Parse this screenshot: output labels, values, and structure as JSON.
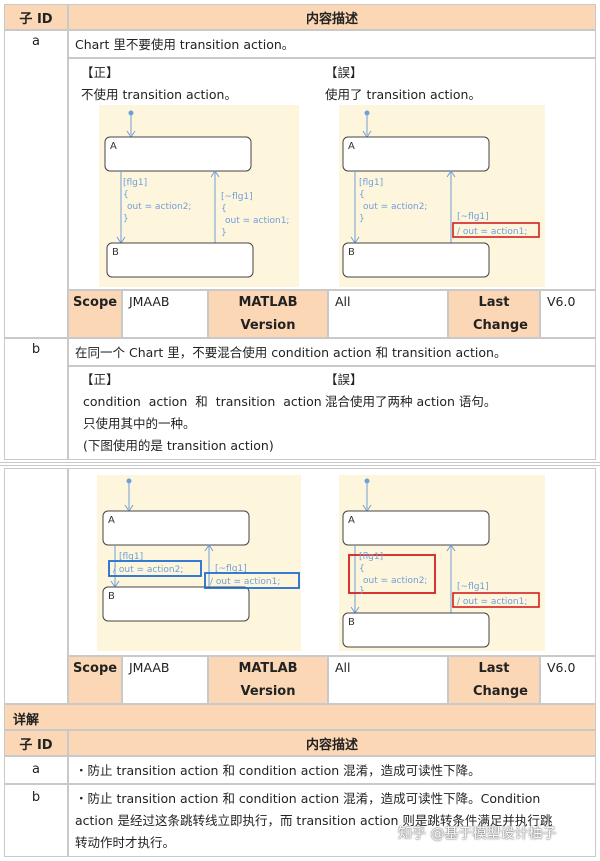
{
  "header": {
    "sub_id": "子 ID",
    "description": "内容描述"
  },
  "row_a": {
    "id": "a",
    "description": "Chart 里不要使用 transition action。",
    "correct_tag": "【正】",
    "correct_text": "不使用 transition action。",
    "wrong_tag": "【誤】",
    "wrong_text": "使用了 transition action。",
    "meta": {
      "scope_label": "Scope",
      "scope": "JMAAB",
      "version_label": "MATLAB Version",
      "version": "All",
      "change_label": "Last Change",
      "change": "V6.0"
    }
  },
  "row_b": {
    "id": "b",
    "description": "在同一个 Chart 里，不要混合使用 condition action 和 transition action。",
    "correct_tag": "【正】",
    "correct_text_1": "condition action 和 transition action",
    "correct_text_2": "只使用其中的一种。",
    "correct_text_3": "(下图使用的是 transition action)",
    "wrong_tag": "【誤】",
    "wrong_text": "混合使用了两种 action 语句。",
    "meta": {
      "scope_label": "Scope",
      "scope": "JMAAB",
      "version_label": "MATLAB Version",
      "version": "All",
      "change_label": "Last Change",
      "change": "V6.0"
    }
  },
  "diagram_text": {
    "state_a": "A",
    "state_b": "B",
    "cond_flg1": "[flg1]",
    "cond_not_flg1": "[~flg1]",
    "brace_open": "{",
    "brace_close": "}",
    "cond_action2": "out = action2;",
    "cond_action1": "out = action1;",
    "trans_action1": "/ out = action1;",
    "trans_action2": "/ out = action2;"
  },
  "details": {
    "title": "详解",
    "sub_id": "子 ID",
    "description": "内容描述",
    "rows": [
      {
        "id": "a",
        "lines": [
          "・防止 transition action 和 condition action 混淆，造成可读性下降。"
        ]
      },
      {
        "id": "b",
        "lines": [
          "・防止 transition action 和 condition action 混淆，造成可读性下降。Condition",
          "action 是经过这条跳转线立即执行，而 transition action 则是跳转条件满足并执行跳",
          "转动作时才执行。"
        ]
      }
    ]
  },
  "watermark": "知乎 @基于模型设计柚子",
  "colors": {
    "header_bg": "#fbd7b5",
    "diagram_bg": "#fdf6dd",
    "arrow": "#6f9fd8",
    "highlight_red": "#d42020",
    "highlight_blue": "#1f6fd0"
  }
}
